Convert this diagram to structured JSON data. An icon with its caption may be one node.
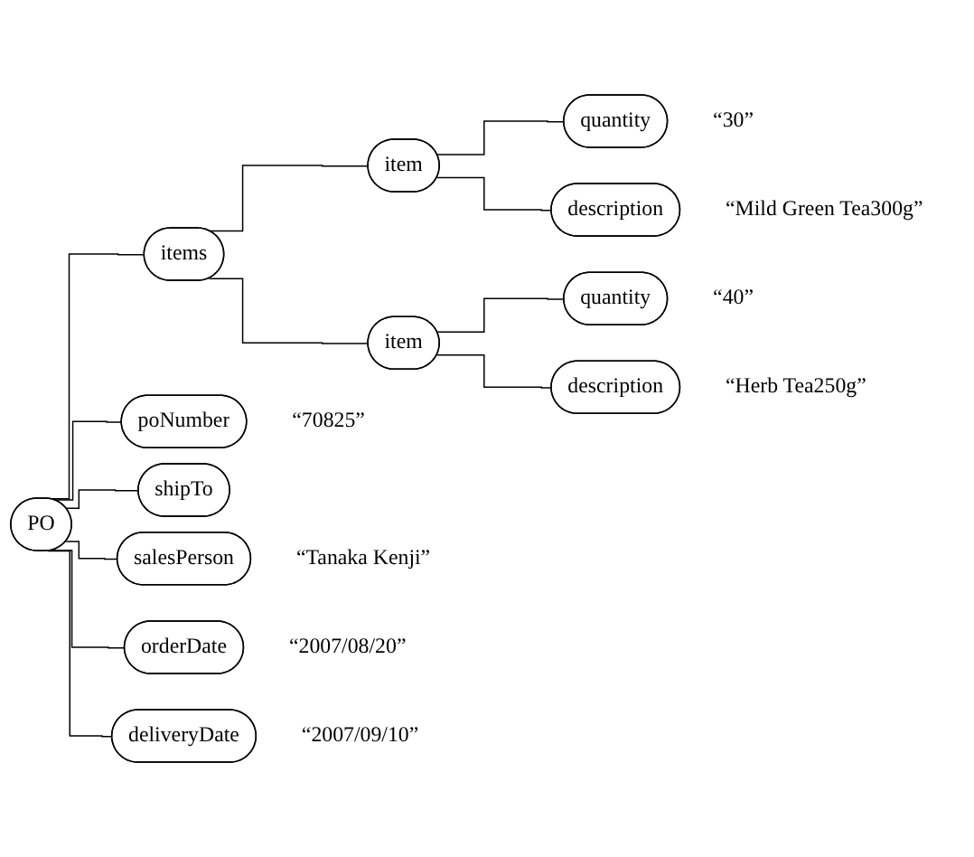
{
  "diagram": {
    "nodes": [
      {
        "text": [
          "PO"
        ]
      },
      {
        "text": [
          "poNumber"
        ],
        "beside": [
          "“70825”"
        ]
      },
      {
        "text": [
          "salesPerson"
        ],
        "beside": [
          "“Tanaka Kenji”"
        ]
      },
      {
        "text": [
          "shipTo"
        ]
      },
      {
        "text": [
          "orderDate"
        ],
        "beside": [
          "“2007/08/20”"
        ]
      },
      {
        "text": [
          "deliveryDate"
        ],
        "beside": [
          "“2007/09/10”"
        ]
      },
      {
        "text": [
          "items"
        ]
      },
      {
        "text": [
          "item"
        ]
      },
      {
        "text": [
          "quantity"
        ],
        "beside": [
          "“30”"
        ]
      },
      {
        "text": [
          "description"
        ],
        "beside": [
          "“Mild Green Tea300g”"
        ]
      },
      {
        "text": [
          "item"
        ]
      },
      {
        "text": [
          "quantity"
        ],
        "beside": [
          "“40”"
        ]
      },
      {
        "text": [
          "description"
        ],
        "beside": [
          "“Herb Tea250g”"
        ]
      }
    ],
    "edges": [
      {
        "from": 0,
        "to": 1,
        "arrow": "none"
      },
      {
        "from": 0,
        "to": 2,
        "arrow": "none"
      },
      {
        "from": 0,
        "to": 3,
        "arrow": "none"
      },
      {
        "from": 0,
        "to": 4,
        "arrow": "none"
      },
      {
        "from": 0,
        "to": 5,
        "arrow": "none"
      },
      {
        "from": 0,
        "to": 6,
        "arrow": "none"
      },
      {
        "from": 6,
        "to": 7,
        "arrow": "none"
      },
      {
        "from": 6,
        "to": 10,
        "arrow": "none"
      },
      {
        "from": 7,
        "to": 8,
        "arrow": "none"
      },
      {
        "from": 7,
        "to": 9,
        "arrow": "none"
      },
      {
        "from": 10,
        "to": 11,
        "arrow": "none"
      },
      {
        "from": 10,
        "to": 12,
        "arrow": "none"
      }
    ]
  }
}
